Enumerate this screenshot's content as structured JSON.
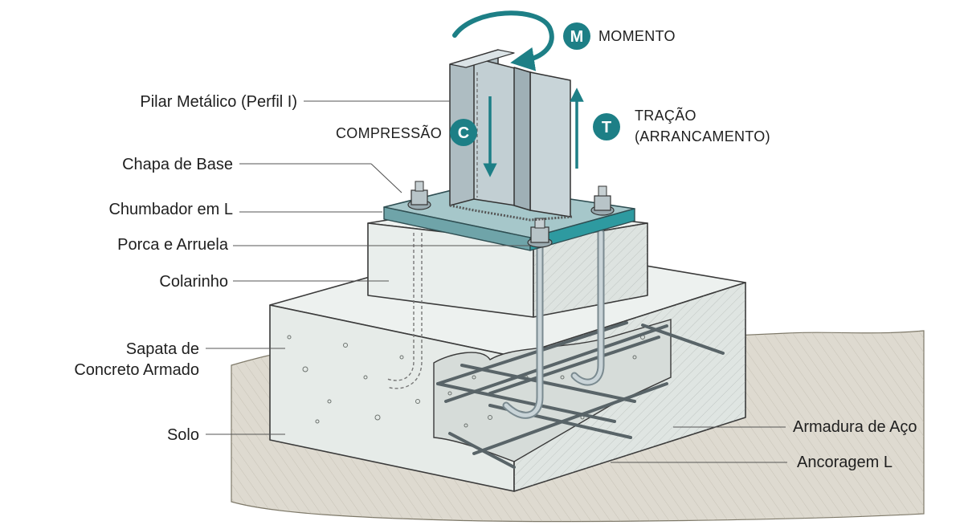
{
  "labels": {
    "pilar": "Pilar Metálico (Perfil I)",
    "chapa": "Chapa de Base",
    "chumbador": "Chumbador em L",
    "porca": "Porca e Arruela",
    "colarinho": "Colarinho",
    "sapata_line1": "Sapata de",
    "sapata_line2": "Concreto Armado",
    "solo": "Solo",
    "armadura": "Armadura de Aço",
    "ancoragem": "Ancoragem L"
  },
  "forces": {
    "moment": {
      "badge": "M",
      "label": "MOMENTO"
    },
    "compression": {
      "badge": "C",
      "label": "COMPRESSÃO"
    },
    "traction": {
      "badge": "T",
      "label_line1": "TRAÇÃO",
      "label_line2": "(ARRANCAMENTO)"
    }
  },
  "colors": {
    "accent": "#1d7f86",
    "steel": "#b9c8cd",
    "steel_dark": "#8fa3aa",
    "plate": "#9fc2c6",
    "concrete": "#e7ecea",
    "concrete_side": "#d9dfdc",
    "soil": "#d9d6cc"
  }
}
